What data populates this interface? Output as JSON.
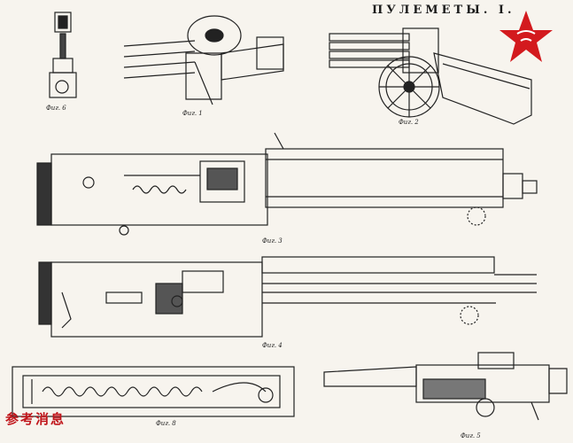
{
  "plate": {
    "title": "ПУЛЕМЕТЫ. I.",
    "figures": {
      "fig6": "Фиг. 6",
      "fig1": "Фиг. 1",
      "fig2": "Фиг. 2",
      "fig3": "Фиг. 3",
      "fig4": "Фиг. 4",
      "fig8": "Фиг. 8",
      "fig5": "Фиг. 5"
    }
  },
  "watermark": {
    "text": "参考消息",
    "color": "#c0141a"
  },
  "logo": {
    "icon": "red-star-logo",
    "color": "#d31a1e"
  }
}
